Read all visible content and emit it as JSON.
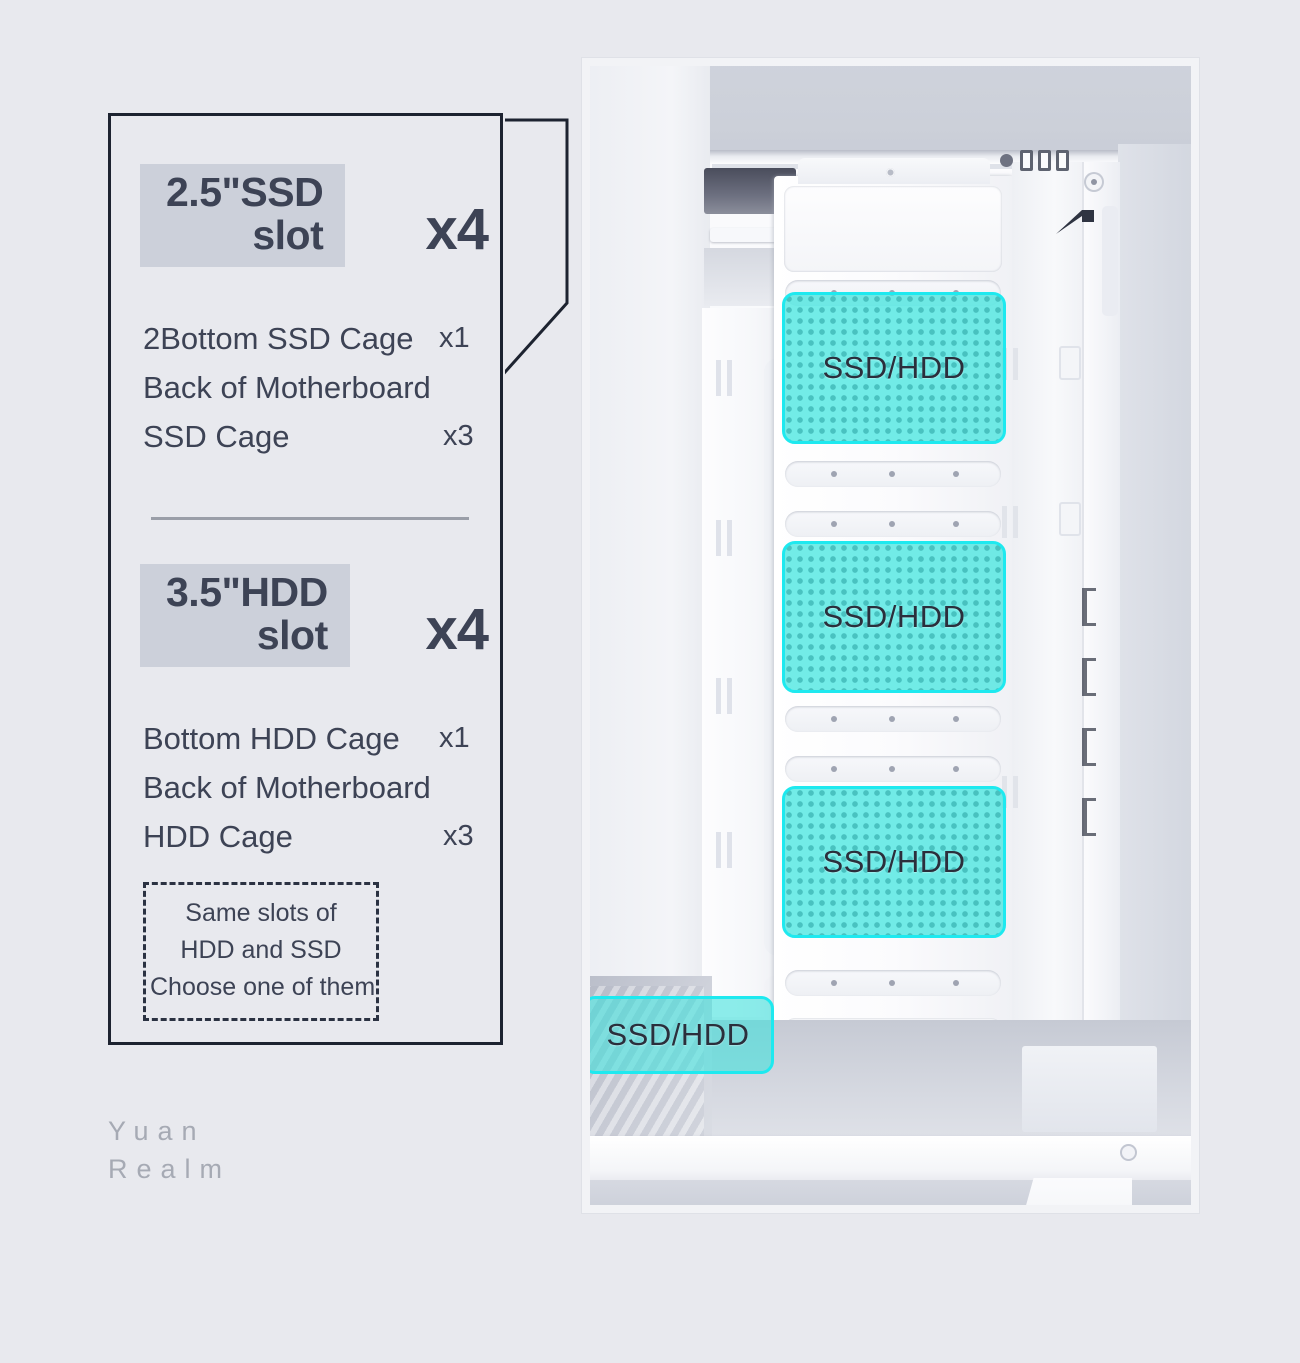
{
  "background_color": "#e8e9ee",
  "accent_color": "#1ee9ef",
  "text_color": "#3d4355",
  "badge_bg_color": "#ccd0da",
  "callout": {
    "groups": [
      {
        "badge_line1": "2.5\"SSD",
        "badge_line2": "slot",
        "quantity": "x4",
        "details": [
          {
            "label": "2Bottom SSD Cage",
            "count": "x1"
          },
          {
            "label": "Back of Motherboard",
            "count": ""
          },
          {
            "label": "SSD Cage",
            "count": "x3"
          }
        ]
      },
      {
        "badge_line1": "3.5\"HDD",
        "badge_line2": "slot",
        "quantity": "x4",
        "details": [
          {
            "label": "Bottom HDD Cage",
            "count": "x1"
          },
          {
            "label": "Back of Motherboard",
            "count": ""
          },
          {
            "label": "HDD Cage",
            "count": "x3"
          }
        ]
      }
    ],
    "note": [
      "Same slots of",
      "HDD and SSD",
      "Choose one of them"
    ]
  },
  "watermark": {
    "line1": "Yuan",
    "line2": "Realm"
  },
  "photo": {
    "highlights": [
      {
        "label": "SSD/HDD"
      },
      {
        "label": "SSD/HDD"
      },
      {
        "label": "SSD/HDD"
      },
      {
        "label": "SSD/HDD"
      }
    ]
  }
}
